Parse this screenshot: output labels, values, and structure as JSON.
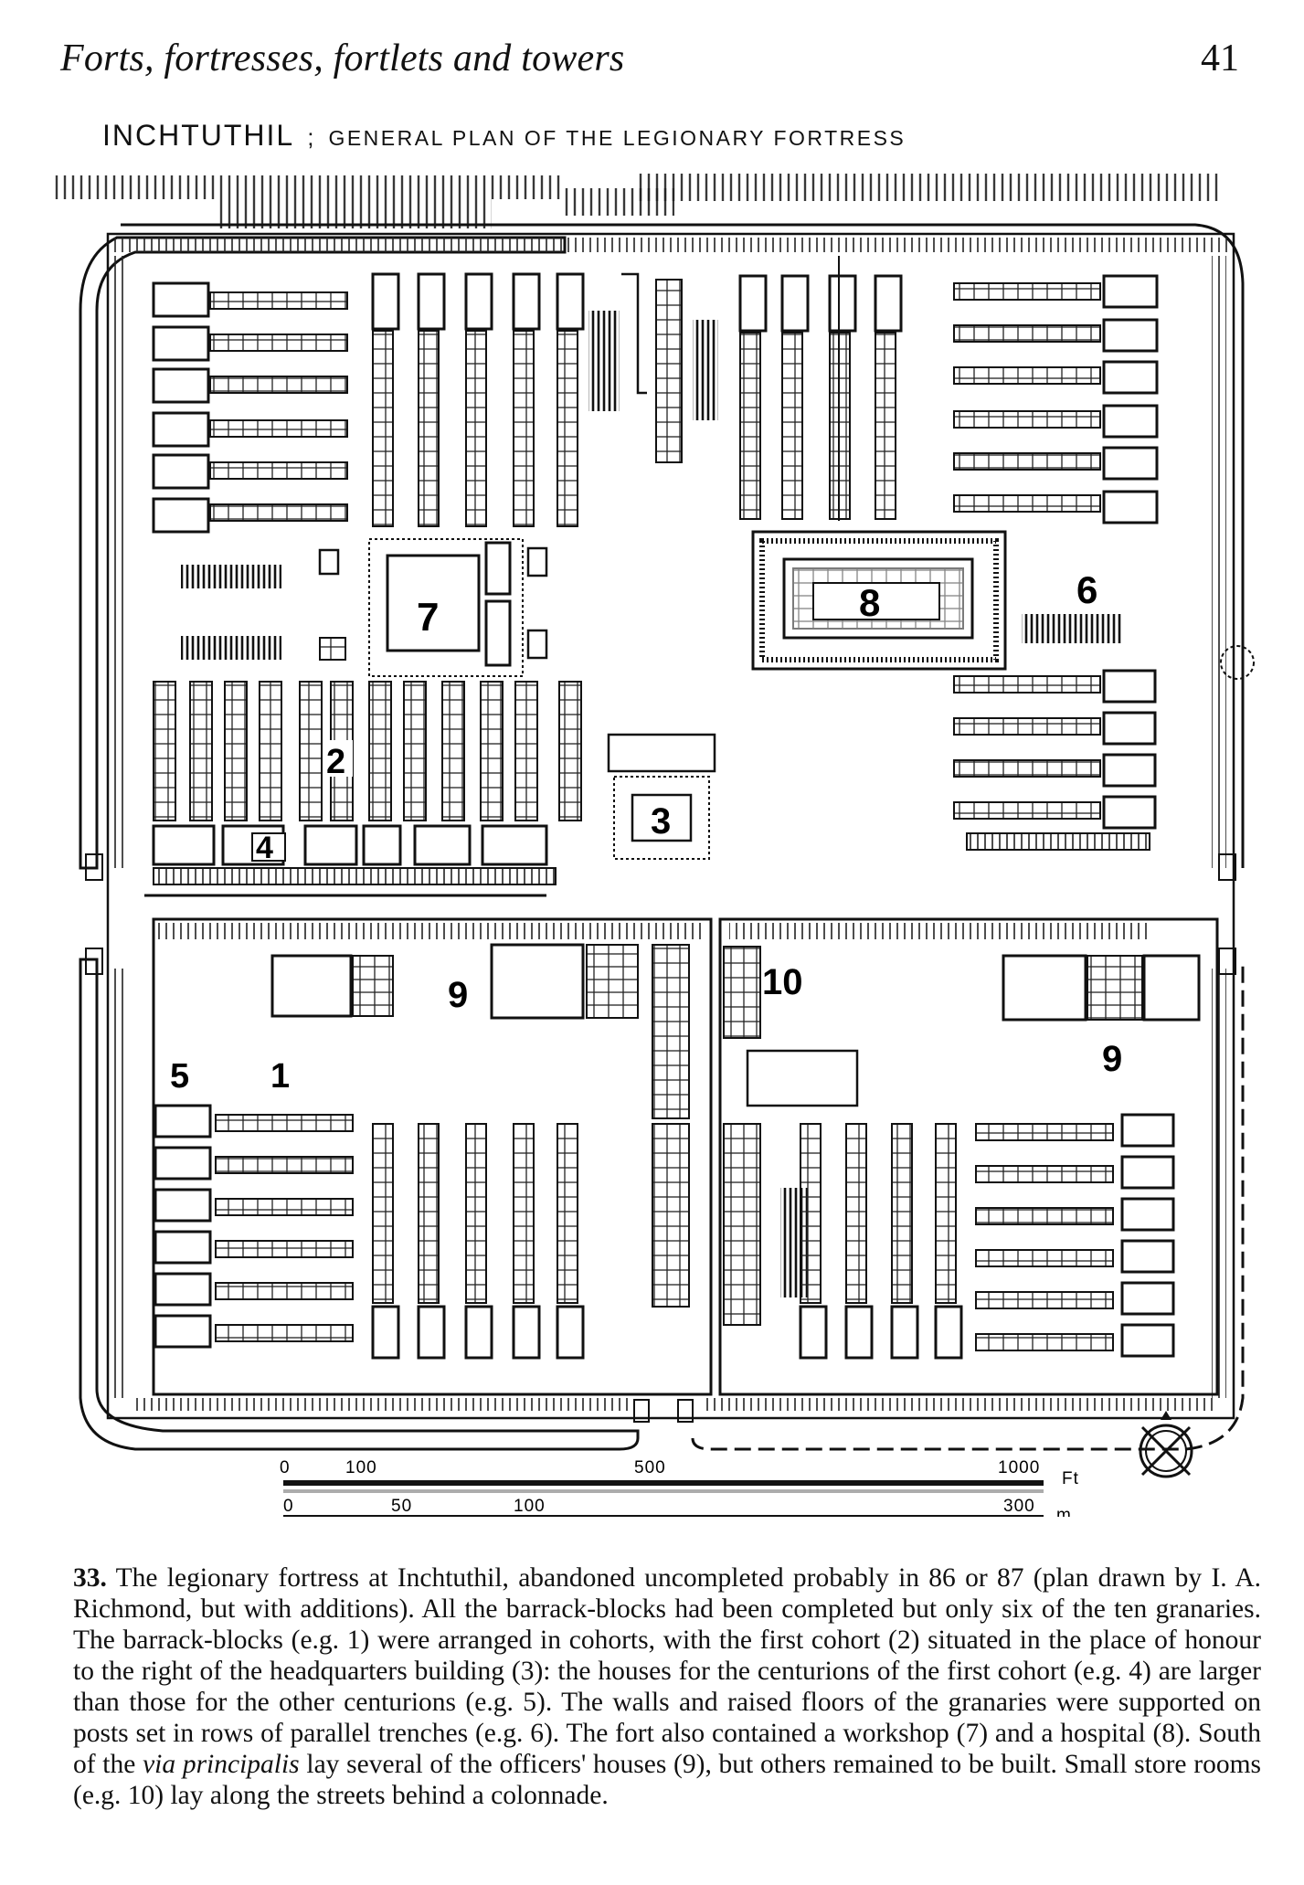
{
  "running_head": {
    "title": "Forts, fortresses, fortlets and towers",
    "page_number": "41"
  },
  "figure": {
    "title_main": "INCHTUTHIL",
    "title_sep": ";",
    "title_sub": "GENERAL PLAN OF THE LEGIONARY FORTRESS",
    "labels": {
      "workshop": "7",
      "hospital": "8",
      "granary_trenches": "6",
      "first_cohort": "2",
      "headquarters": "3",
      "first_cohort_centurion_house": "4",
      "officers_house_west": "9",
      "officers_house_east": "9",
      "store_rooms": "10",
      "centurion_house": "5",
      "barrack_block": "1"
    },
    "scale": {
      "feet": [
        "0",
        "100",
        "500",
        "1000"
      ],
      "feet_unit": "Ft",
      "metres": [
        "0",
        "50",
        "100",
        "300"
      ],
      "metres_unit": "m"
    },
    "compass_icon": "compass-rose-icon"
  },
  "caption": {
    "figure_number": "33.",
    "text_before_italic": " The legionary fortress at Inchtuthil, abandoned uncompleted probably in 86 or 87 (plan drawn by I. A. Richmond, but with additions). All the barrack-blocks had been completed but only six of the ten granaries. The barrack-blocks (e.g. 1) were arranged in cohorts, with the first cohort (2) situated in the place of honour to the right of the headquarters building (3): the houses for the centurions of the first cohort (e.g. 4) are larger than those for the other centurions (e.g. 5). The walls and raised floors of the granaries were supported on posts set in rows of parallel trenches (e.g. 6). The fort also contained a workshop (7) and a hospital (8). South of the ",
    "italic": "via principalis",
    "text_after_italic": " lay several of the officers' houses (9), but others remained to be built. Small store rooms (e.g. 10) lay along the streets behind a colonnade."
  }
}
